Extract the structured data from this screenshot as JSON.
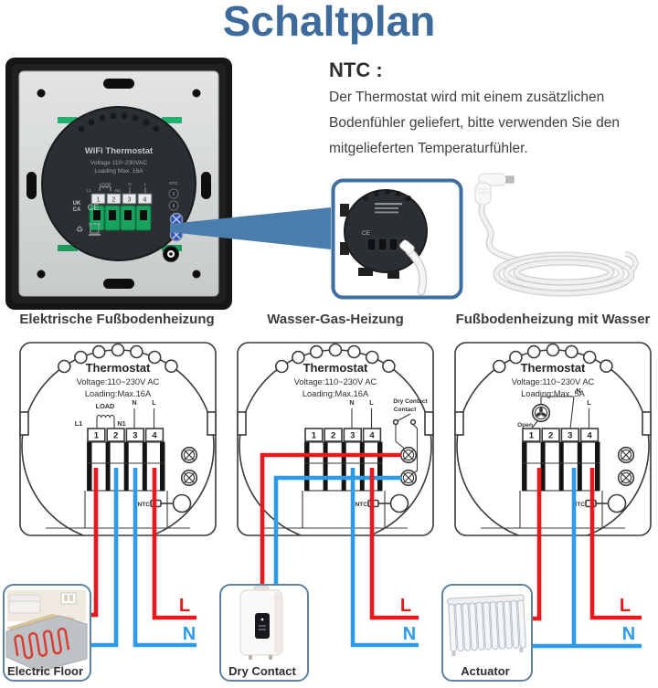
{
  "title": "Schaltplan",
  "note": {
    "heading": "NTC :",
    "line1": "Der Thermostat wird mit einem zusätzlichen",
    "line2": "Bodenfühler geliefert, bitte verwenden Sie den",
    "line3": "mitgelieferten Temperaturfühler."
  },
  "photo": {
    "name": "WiFi Thermostat",
    "voltage": "Voltage 110~230VAC",
    "loading": "Loading Max. 16A",
    "load": "LOAD",
    "l1": "L1",
    "n1": "N1",
    "n": "N",
    "l": "L",
    "ntc": "NTC",
    "t1": "1",
    "t2": "2",
    "t3": "3",
    "t4": "4",
    "t5": "5",
    "t6": "6",
    "uk": "UK",
    "ca": "CA",
    "ce": "CE"
  },
  "diagrams": [
    {
      "heading": "Elektrische Fußbodenheizung",
      "title": "Thermostat",
      "voltage": "Voltage:110~230V AC",
      "loading": "Loading:Max.16A",
      "t1": "1",
      "t2": "2",
      "t3": "3",
      "t4": "4",
      "load": "LOAD",
      "l1": "L1",
      "n1": "N1",
      "n": "N",
      "l": "L",
      "ntc": "NTC",
      "power_l": "L",
      "power_n": "N",
      "device": "Electric Floor"
    },
    {
      "heading": "Wasser-Gas-Heizung",
      "title": "Thermostat",
      "voltage": "Voltage:110~230V AC",
      "loading": "Loading:Max.16A",
      "t1": "1",
      "t2": "2",
      "t3": "3",
      "t4": "4",
      "n": "N",
      "l": "L",
      "dry1": "Dry Contact",
      "dry2": "Contact",
      "ntc": "NTC",
      "power_l": "L",
      "power_n": "N",
      "device": "Dry Contact"
    },
    {
      "heading": "Fußbodenheizung mit Wasser",
      "title": "Thermostat",
      "voltage": "Voltage:110~230V AC",
      "loading": "Loading:Max. 5A",
      "t1": "1",
      "t2": "2",
      "t3": "3",
      "t4": "4",
      "n": "N",
      "l": "L",
      "open": "Open",
      "ntc": "NTC",
      "power_l": "L",
      "power_n": "N",
      "device": "Actuator"
    }
  ],
  "colors": {
    "title_blue": "#3d6b9b",
    "wire_red": "#e8191c",
    "wire_blue": "#2d9ce8",
    "outline": "#3a3a3a",
    "device_box_border": "#5e82a0",
    "inset_border": "#3f6fa0"
  }
}
